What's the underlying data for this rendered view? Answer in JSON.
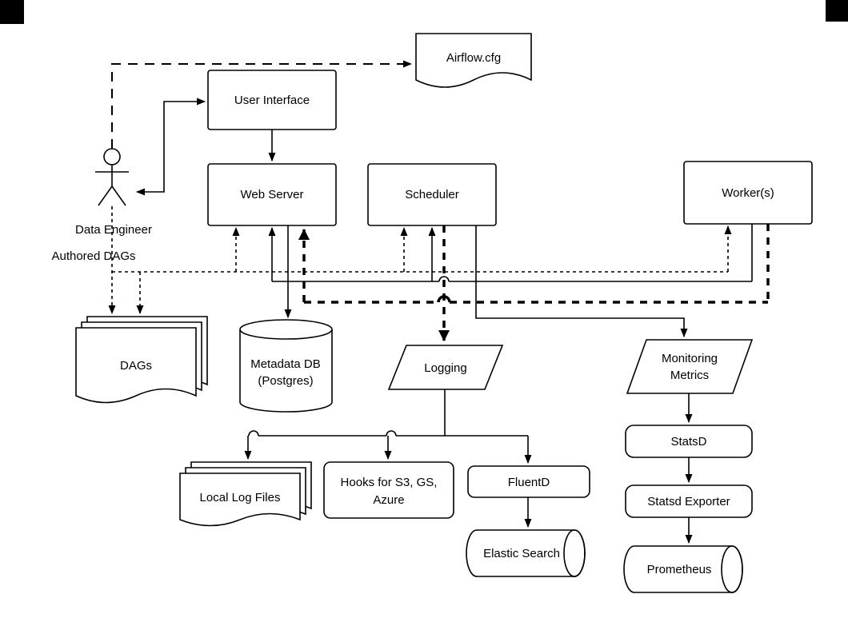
{
  "diagram": {
    "background": "#ffffff",
    "stroke_color": "#000000",
    "node_fill": "#ffffff",
    "nodes": {
      "airflow_cfg": {
        "label": "Airflow.cfg",
        "shape": "document"
      },
      "user_interface": {
        "label": "User Interface",
        "shape": "rectangle"
      },
      "web_server": {
        "label": "Web Server",
        "shape": "rectangle"
      },
      "scheduler": {
        "label": "Scheduler",
        "shape": "rectangle"
      },
      "workers": {
        "label": "Worker(s)",
        "shape": "rectangle"
      },
      "data_engineer": {
        "label": "Data Engineer",
        "shape": "actor"
      },
      "authored_dags_label": {
        "label": "Authored DAGs"
      },
      "dags": {
        "label": "DAGs",
        "shape": "multi-document"
      },
      "metadata_db": {
        "label_line1": "Metadata DB",
        "label_line2": "(Postgres)",
        "shape": "cylinder"
      },
      "logging": {
        "label": "Logging",
        "shape": "parallelogram"
      },
      "monitoring_metrics": {
        "label_line1": "Monitoring",
        "label_line2": "Metrics",
        "shape": "parallelogram"
      },
      "local_log_files": {
        "label": "Local Log Files",
        "shape": "multi-document"
      },
      "hooks": {
        "label_line1": "Hooks for  S3, GS,",
        "label_line2": "Azure",
        "shape": "rounded-rectangle"
      },
      "fluentd": {
        "label": "FluentD",
        "shape": "rounded-rectangle"
      },
      "elastic_search": {
        "label": "Elastic Search",
        "shape": "horizontal-cylinder"
      },
      "statsd": {
        "label": "StatsD",
        "shape": "rounded-rectangle"
      },
      "statsd_exporter": {
        "label": "Statsd Exporter",
        "shape": "rounded-rectangle"
      },
      "prometheus": {
        "label": "Prometheus",
        "shape": "horizontal-cylinder"
      }
    }
  }
}
